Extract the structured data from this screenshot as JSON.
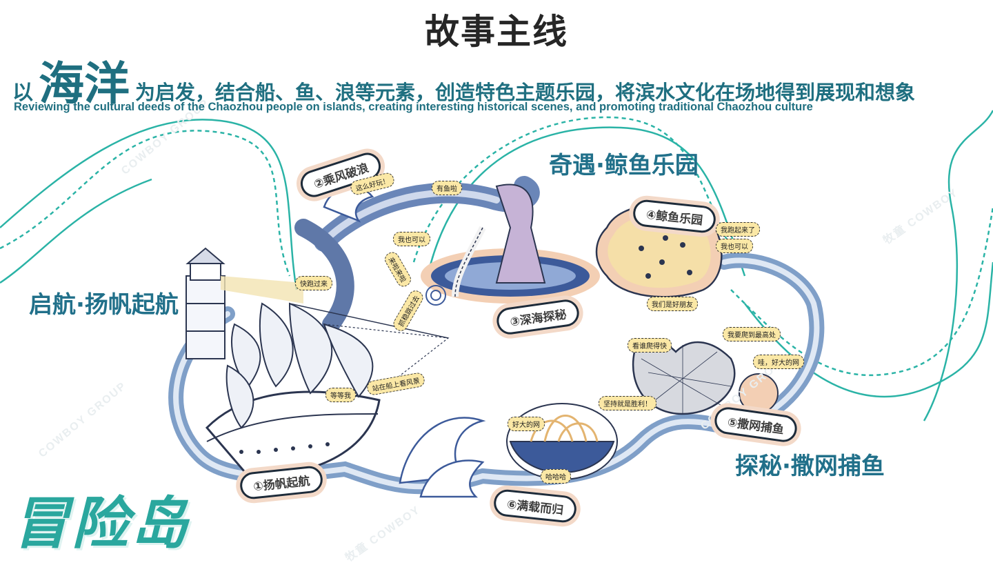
{
  "header": {
    "title": "故事主线",
    "subtitle_prefix": "以",
    "subtitle_emphasis": "海洋",
    "subtitle_rest": "为启发，结合船、鱼、浪等元素，创造特色主题乐园，将滨水文化在场地得到展现和想象",
    "english": "Reviewing the cultural deeds of the Chaozhou people on islands, creating interesting historical scenes, and promoting traditional Chaozhou culture"
  },
  "sections": {
    "sail": "启航·扬帆起航",
    "whale": "奇遇·鲸鱼乐园",
    "fishing": "探秘·撒网捕鱼"
  },
  "brand": "冒险岛",
  "stations": {
    "s1": "①扬帆起航",
    "s2": "②乘风破浪",
    "s3": "③深海探秘",
    "s4": "④鲸鱼乐园",
    "s5": "⑤撒网捕鱼",
    "s6": "⑥满载而归"
  },
  "bubbles": {
    "b1": "这么好玩！",
    "b2": "有鱼啦",
    "b3": "我也可以",
    "b4": "快跑过来",
    "b5": "来啦来啦",
    "b6": "抓稳跳过去",
    "b7": "站在船上看风景",
    "b8": "等等我",
    "b9": "我跑起来了",
    "b10": "我也可以",
    "b11": "我们是好朋友",
    "b12": "我要爬到最高处",
    "b13": "看谁爬得快",
    "b14": "好大的网",
    "b15": "坚持就是胜利！",
    "b16": "哇，好大的网",
    "b17": "哈哈哈"
  },
  "watermarks": {
    "w1": "COWBOY GROUP",
    "w2": "牧童 COWBOY"
  },
  "colors": {
    "teal": "#2aa79e",
    "navy": "#21708a",
    "wave_blue": "#7f9fc8",
    "peach": "#f3cfb4",
    "sand": "#f5dfa8"
  }
}
